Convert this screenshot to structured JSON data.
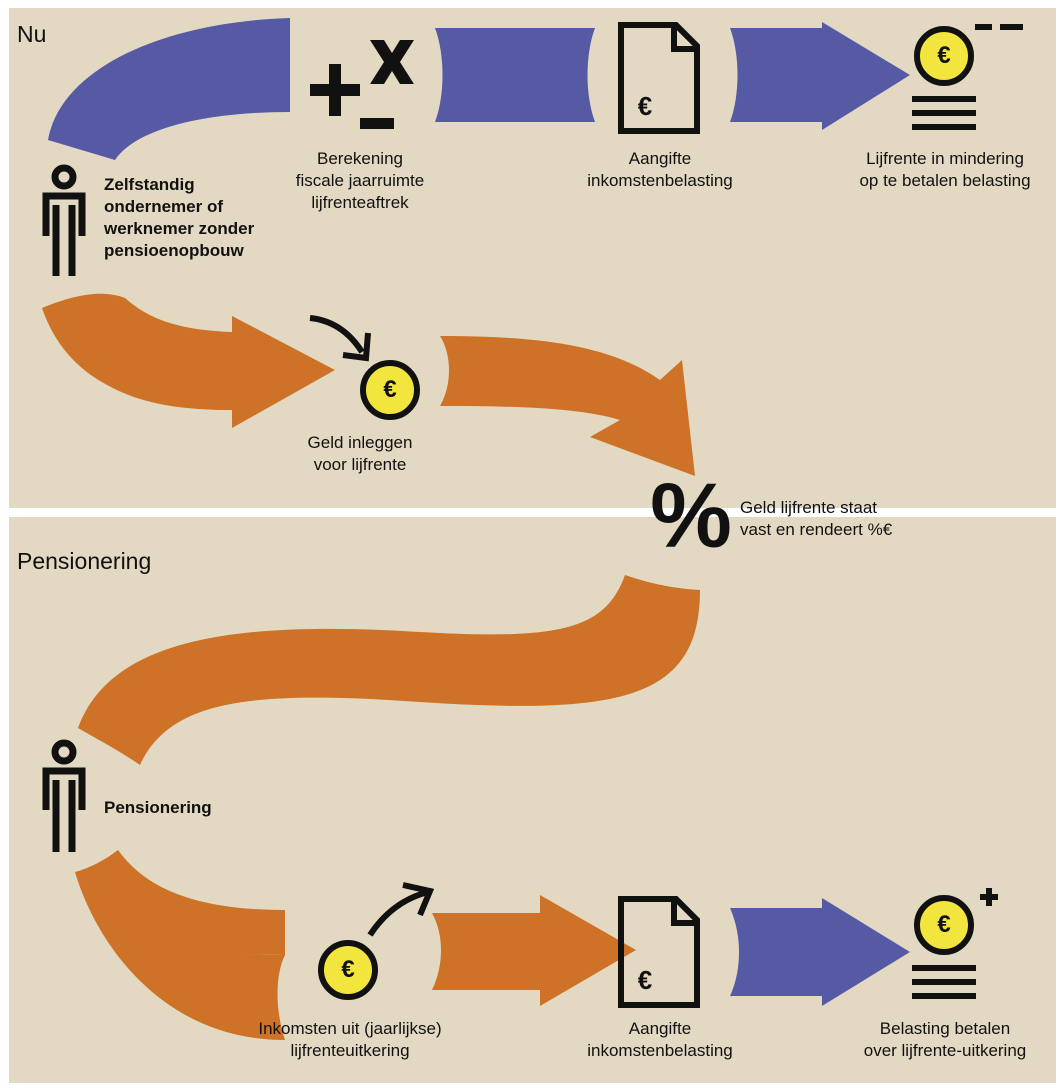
{
  "colors": {
    "background": "#e3d9c3",
    "blue_arrow": "#565aa4",
    "orange_arrow": "#cd7227",
    "coin": "#f2e53d",
    "ink": "#111111"
  },
  "sections": {
    "now_title": "Nu",
    "retirement_title": "Pensionering"
  },
  "now_flow": {
    "person_label": "Zelfstandig\nondernemer of\nwerknemer zonder\npensioenopbouw",
    "calc_label": "Berekening\nfiscale jaarruimte\nlijfrenteaftrek",
    "tax_return_label": "Aangifte\ninkomstenbelasting",
    "deduction_label": "Lijfrente in mindering\nop te betalen belasting",
    "deposit_label": "Geld inleggen\nvoor lijfrente",
    "fixed_label": "Geld lijfrente staat\nvast en rendeert %€"
  },
  "retirement_flow": {
    "person_label": "Pensionering",
    "income_label": "Inkomsten uit (jaarlijkse)\nlijfrenteuitkering",
    "tax_return_label": "Aangifte\ninkomstenbelasting",
    "pay_tax_label": "Belasting betalen\nover lijfrente-uitkering"
  },
  "icons": {
    "person": "person-icon",
    "calculator_symbols": "calculator-symbols-icon",
    "document_euro": "document-euro-icon",
    "coin_stack_minus": "coin-stack-minus-icon",
    "coin_stack_plus": "coin-stack-plus-icon",
    "euro_coin": "euro-coin-icon",
    "arrow_down_right": "arrow-down-right-icon",
    "arrow_up_right": "arrow-up-right-icon",
    "percent": "percent-icon"
  },
  "glyphs": {
    "euro": "€",
    "percent": "%",
    "plus": "+",
    "minus": "−",
    "times": "X"
  }
}
